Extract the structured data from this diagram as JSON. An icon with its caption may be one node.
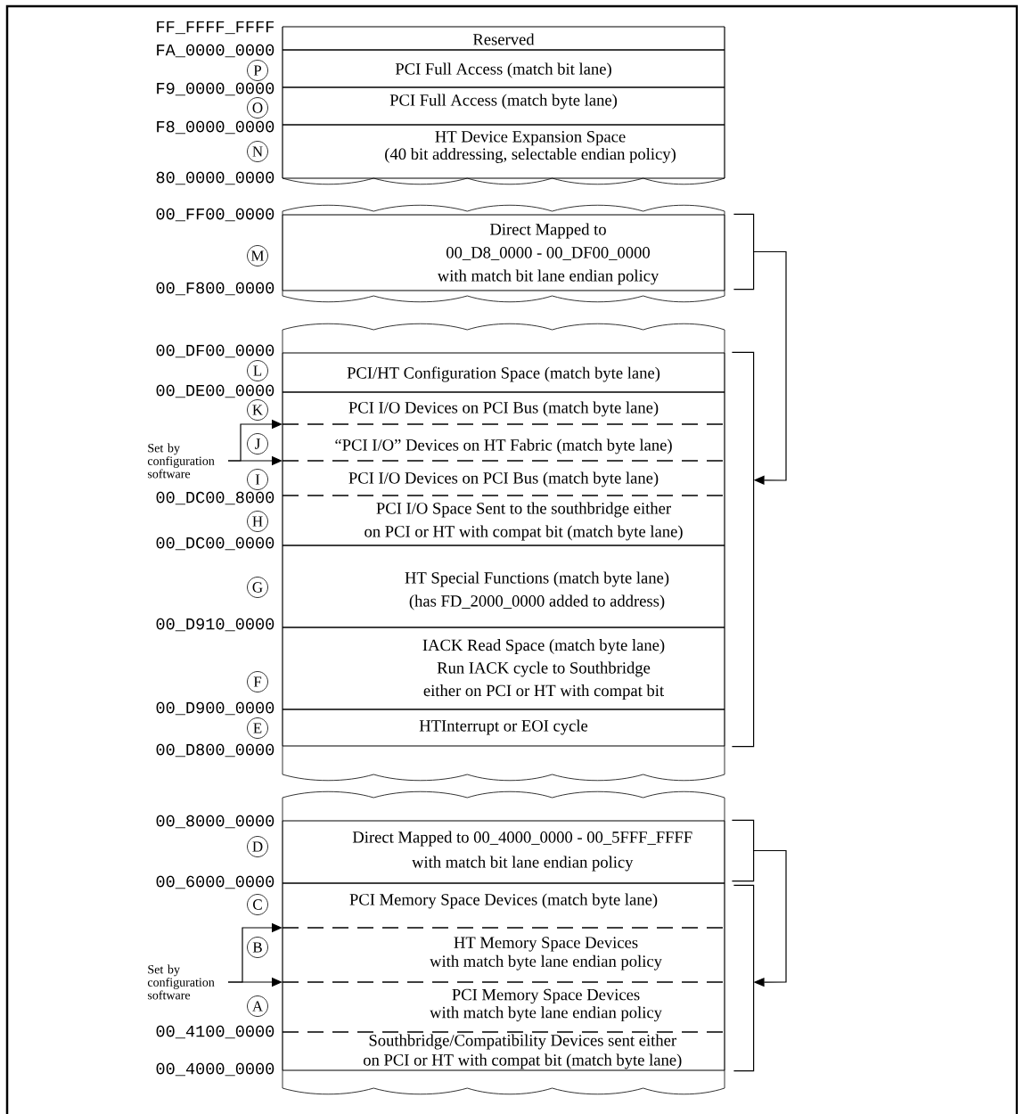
{
  "diagram": {
    "nodes": [
      {
        "text": [
          "Reserved"
        ]
      },
      {
        "text": [
          "P"
        ]
      },
      {
        "text": [
          "PCI Full Access (match bit lane)"
        ]
      },
      {
        "text": [
          "O"
        ]
      },
      {
        "text": [
          "PCI Full Access (match byte lane)"
        ]
      },
      {
        "text": [
          "N"
        ]
      },
      {
        "text": [
          "HT Device Expansion Space (40 bit addressing, selectable endian policy)"
        ]
      },
      {
        "text": [
          "M"
        ]
      },
      {
        "text": [
          "Direct Mapped to 00_D8_0000 - 00_DF00_0000 with match bit lane endian policy"
        ]
      },
      {
        "text": [],
        "shape": "bracket"
      },
      {
        "text": [
          "L"
        ]
      },
      {
        "text": [
          "PCI/HT Configuration Space (match byte lane)"
        ]
      },
      {
        "text": [],
        "shape": "bracket"
      },
      {
        "text": [
          "K"
        ]
      },
      {
        "text": [
          "PCI I/O Devices on PCI Bus (match byte lane)"
        ]
      },
      {
        "text": [
          "Set by configuration software"
        ]
      },
      {
        "text": [
          "J"
        ]
      },
      {
        "text": [
          "“PCI I/O” Devices on HT Fabric (match byte lane)"
        ]
      },
      {
        "text": [
          "I"
        ]
      },
      {
        "text": [
          "PCI I/O Devices on PCI Bus (match byte lane)"
        ]
      },
      {
        "text": [
          "H"
        ]
      },
      {
        "text": [
          "PCI I/O Space Sent to the southbridge either on PCI or HT with compat bit (match byte lane)"
        ]
      },
      {
        "text": [
          "G"
        ]
      },
      {
        "text": [
          "HT Special Functions (match byte lane) (has FD_2000_0000 added to address)"
        ]
      },
      {
        "text": [
          "F"
        ]
      },
      {
        "text": [
          "IACK Read Space (match byte lane) Run IACK cycle to Southbridge either on PCI or HT with compat bit"
        ]
      },
      {
        "text": [
          "E"
        ]
      },
      {
        "text": [
          "HTInterrupt or EOI cycle"
        ]
      },
      {
        "text": [
          "D"
        ]
      },
      {
        "text": [
          "Direct Mapped to 00_4000_0000 - 00_5FFF_FFFF with match bit lane endian policy"
        ]
      },
      {
        "text": [],
        "shape": "bracket"
      },
      {
        "text": [
          "C"
        ]
      },
      {
        "text": [
          "PCI Memory Space Devices (match byte lane)"
        ]
      },
      {
        "text": [],
        "shape": "bracket"
      },
      {
        "text": [
          "Set by configuration software"
        ]
      },
      {
        "text": [
          "B"
        ]
      },
      {
        "text": [
          "HT Memory Space Devices with match byte lane endian policy"
        ]
      },
      {
        "text": [
          "A"
        ]
      },
      {
        "text": [
          "PCI Memory Space Devices with match byte lane endian policy"
        ]
      },
      {
        "text": [
          "Southbridge/Compatibility Devices sent either on PCI or HT with compat bit (match byte lane)"
        ]
      }
    ],
    "edges": [
      {
        "from": 9,
        "to": 12,
        "arrow": "to"
      },
      {
        "from": 15,
        "to": 17,
        "arrow": "to"
      },
      {
        "from": 15,
        "to": 19,
        "arrow": "to"
      },
      {
        "from": 30,
        "to": 33,
        "arrow": "to"
      },
      {
        "from": 34,
        "to": 36,
        "arrow": "to"
      },
      {
        "from": 34,
        "to": 38,
        "arrow": "to"
      }
    ],
    "labels": [
      "FF_FFFF_FFFF",
      "FA_0000_0000",
      "F9_0000_0000",
      "F8_0000_0000",
      "80_0000_0000",
      "00_FF00_0000",
      "00_F800_0000",
      "00_DF00_0000",
      "00_DE00_0000",
      "00_DC00_8000",
      "00_DC00_0000",
      "00_D910_0000",
      "00_D900_0000",
      "00_D800_0000",
      "00_8000_0000",
      "00_6000_0000",
      "00_4100_0000",
      "00_4000_0000"
    ]
  }
}
